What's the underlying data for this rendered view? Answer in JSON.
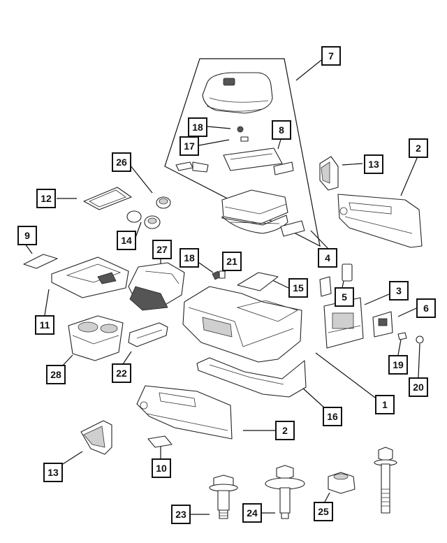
{
  "diagram": {
    "callouts": [
      {
        "id": "c7",
        "label": "7"
      },
      {
        "id": "c8",
        "label": "8"
      },
      {
        "id": "c18a",
        "label": "18"
      },
      {
        "id": "c17",
        "label": "17"
      },
      {
        "id": "c2a",
        "label": "2"
      },
      {
        "id": "c13a",
        "label": "13"
      },
      {
        "id": "c26",
        "label": "26"
      },
      {
        "id": "c12",
        "label": "12"
      },
      {
        "id": "c9",
        "label": "9"
      },
      {
        "id": "c14",
        "label": "14"
      },
      {
        "id": "c27",
        "label": "27"
      },
      {
        "id": "c18b",
        "label": "18"
      },
      {
        "id": "c21",
        "label": "21"
      },
      {
        "id": "c4",
        "label": "4"
      },
      {
        "id": "c5",
        "label": "5"
      },
      {
        "id": "c15",
        "label": "15"
      },
      {
        "id": "c3",
        "label": "3"
      },
      {
        "id": "c6",
        "label": "6"
      },
      {
        "id": "c11",
        "label": "11"
      },
      {
        "id": "c19",
        "label": "19"
      },
      {
        "id": "c20",
        "label": "20"
      },
      {
        "id": "c28",
        "label": "28"
      },
      {
        "id": "c22",
        "label": "22"
      },
      {
        "id": "c1",
        "label": "1"
      },
      {
        "id": "c16",
        "label": "16"
      },
      {
        "id": "c2b",
        "label": "2"
      },
      {
        "id": "c10",
        "label": "10"
      },
      {
        "id": "c13b",
        "label": "13"
      },
      {
        "id": "c23",
        "label": "23"
      },
      {
        "id": "c24",
        "label": "24"
      },
      {
        "id": "c25",
        "label": "25"
      }
    ]
  }
}
